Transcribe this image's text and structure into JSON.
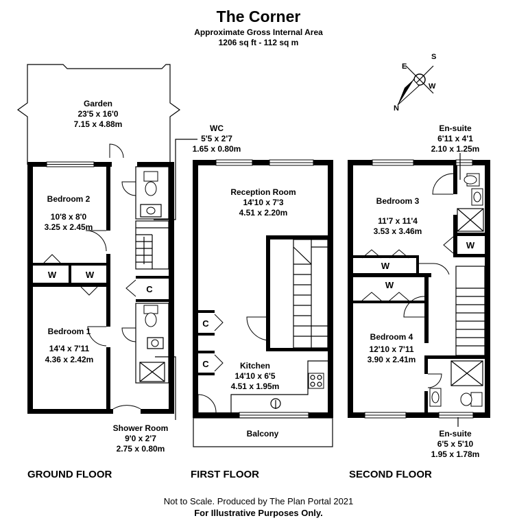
{
  "header": {
    "title": "The Corner",
    "area_label": "Approximate Gross Internal Area",
    "area_value": "1206 sq ft - 112 sq m"
  },
  "compass": {
    "n": "N",
    "s": "S",
    "e": "E",
    "w": "W"
  },
  "rooms": {
    "garden": {
      "name": "Garden",
      "imperial": "23'5 x 16'0",
      "metric": "7.15 x 4.88m"
    },
    "bedroom2": {
      "name": "Bedroom 2",
      "imperial": "10'8 x 8'0",
      "metric": "3.25 x 2.45m"
    },
    "bedroom1": {
      "name": "Bedroom 1",
      "imperial": "14'4 x 7'11",
      "metric": "4.36 x 2.42m"
    },
    "wc": {
      "name": "WC",
      "imperial": "5'5 x 2'7",
      "metric": "1.65 x 0.80m"
    },
    "shower": {
      "name": "Shower Room",
      "imperial": "9'0 x 2'7",
      "metric": "2.75 x 0.80m"
    },
    "reception": {
      "name": "Reception Room",
      "imperial": "14'10 x 7'3",
      "metric": "4.51 x 2.20m"
    },
    "kitchen": {
      "name": "Kitchen",
      "imperial": "14'10 x 6'5",
      "metric": "4.51 x 1.95m"
    },
    "balcony": {
      "name": "Balcony"
    },
    "bedroom3": {
      "name": "Bedroom 3",
      "imperial": "11'7 x 11'4",
      "metric": "3.53 x 3.46m"
    },
    "bedroom4": {
      "name": "Bedroom 4",
      "imperial": "12'10 x 7'11",
      "metric": "3.90 x 2.41m"
    },
    "ensuite1": {
      "name": "En-suite",
      "imperial": "6'11 x 4'1",
      "metric": "2.10 x 1.25m"
    },
    "ensuite2": {
      "name": "En-suite",
      "imperial": "6'5 x 5'10",
      "metric": "1.95 x 1.78m"
    }
  },
  "storage": {
    "wardrobe": "W",
    "cupboard": "C"
  },
  "floors": {
    "ground": "GROUND FLOOR",
    "first": "FIRST FLOOR",
    "second": "SECOND FLOOR"
  },
  "footer": {
    "line1": "Not to Scale. Produced by The Plan Portal 2021",
    "line2": "For Illustrative Purposes Only."
  }
}
